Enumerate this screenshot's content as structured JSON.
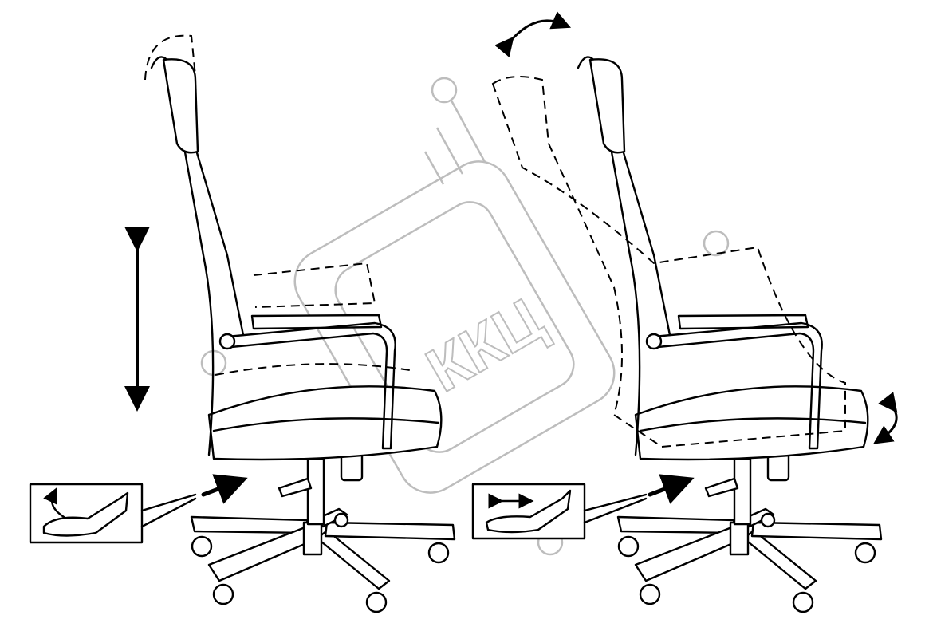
{
  "watermark": {
    "text": "ККЦ"
  },
  "figures": [
    {
      "name": "height-adjustment",
      "arrow": "vertical-double-arrow",
      "lever_motion": "up"
    },
    {
      "name": "tilt-adjustment",
      "arrow": "curved-double-arrow",
      "lever_motion": "horizontal"
    }
  ],
  "colors": {
    "line": "#000000",
    "watermark": "#bdbdbd",
    "background": "#ffffff"
  }
}
